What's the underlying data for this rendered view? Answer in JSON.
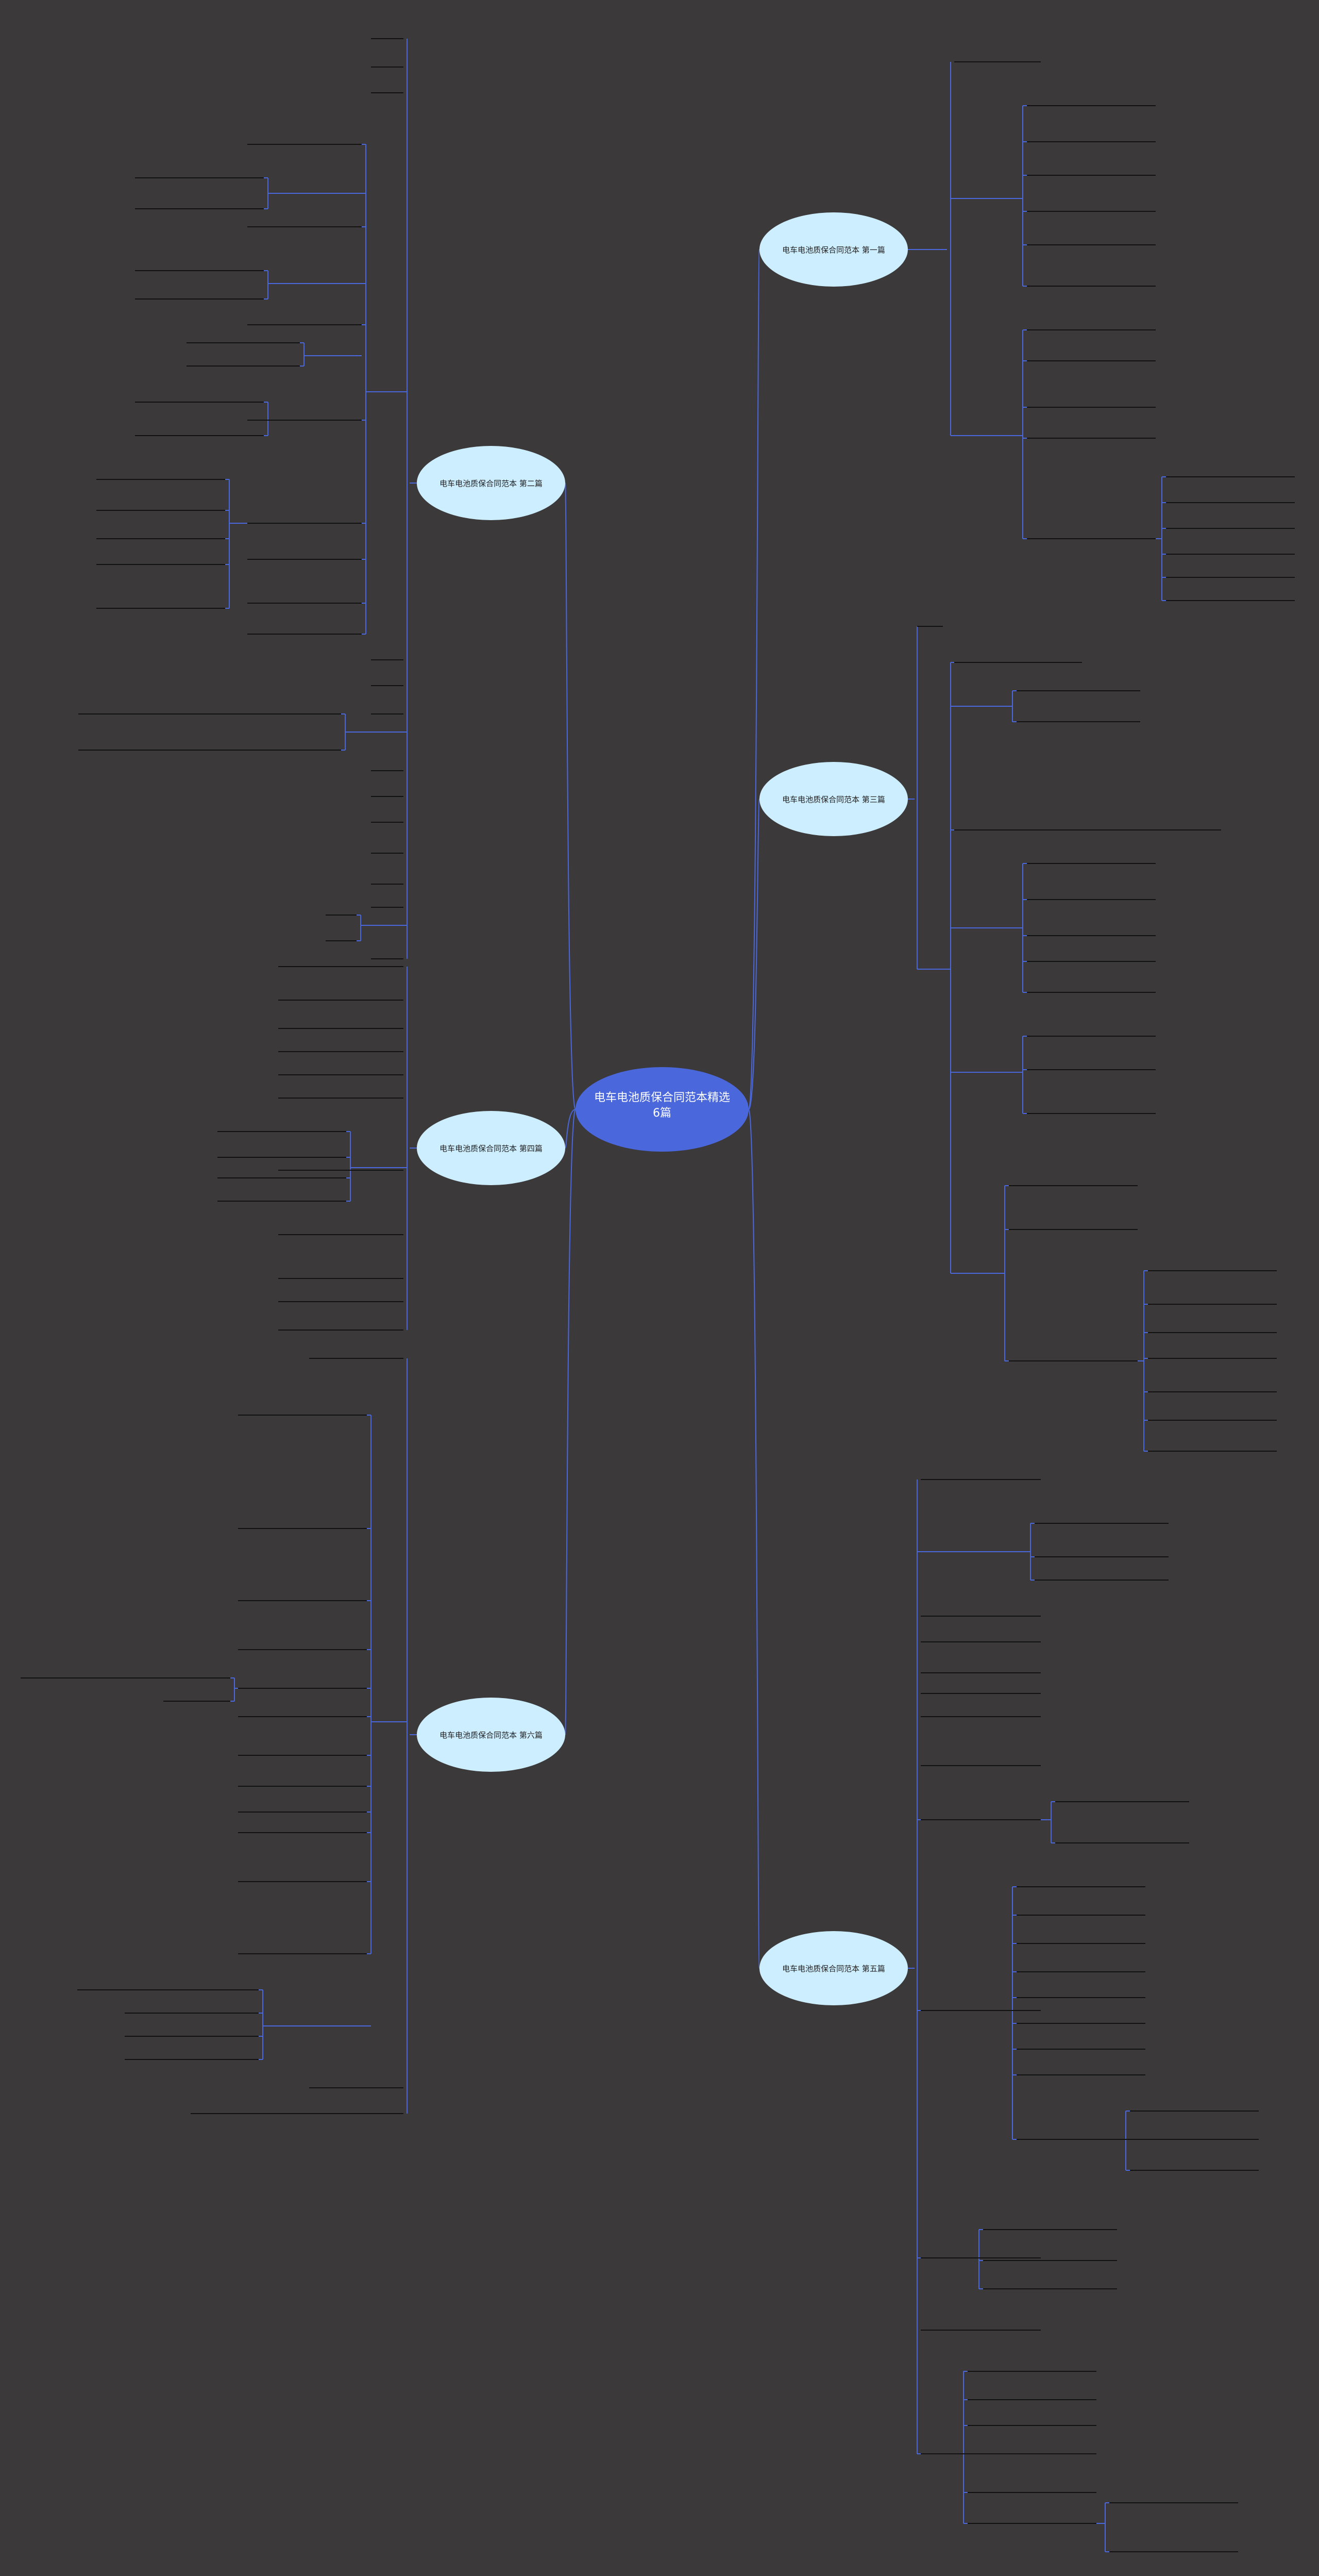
{
  "root": {
    "label": "电车电池质保合同范本精选6篇"
  },
  "branches": [
    {
      "id": "b1",
      "label": "电车电池质保合同范本 第一篇"
    },
    {
      "id": "b3",
      "label": "电车电池质保合同范本 第三篇"
    },
    {
      "id": "b5",
      "label": "电车电池质保合同范本 第五篇"
    },
    {
      "id": "b2",
      "label": "电车电池质保合同范本 第二篇"
    },
    {
      "id": "b4",
      "label": "电车电池质保合同范本 第四篇"
    },
    {
      "id": "b6",
      "label": "电车电池质保合同范本 第六篇"
    }
  ],
  "colors": {
    "background": "#3b393a",
    "root_fill": "#4a67dc",
    "branch_fill": "#cdeeff",
    "connector": "#4a67dc",
    "leaf_line": "#111111"
  }
}
